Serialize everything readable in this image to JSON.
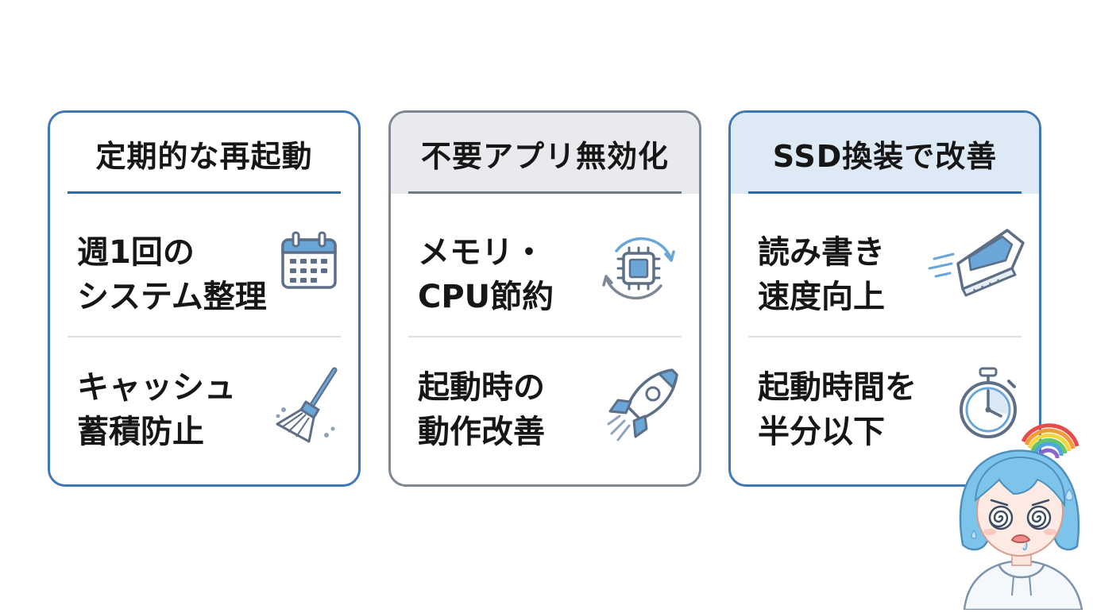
{
  "cards": [
    {
      "title": "定期的な再起動",
      "items": [
        {
          "line1": "週1回の",
          "line2": "システム整理",
          "icon": "calendar-icon"
        },
        {
          "line1": "キャッシュ",
          "line2": "蓄積防止",
          "icon": "broom-icon"
        }
      ]
    },
    {
      "title": "不要アプリ無効化",
      "items": [
        {
          "line1": "メモリ・",
          "line2": "CPU節約",
          "icon": "cpu-cycle-icon"
        },
        {
          "line1": "起動時の",
          "line2": "動作改善",
          "icon": "rocket-icon"
        }
      ]
    },
    {
      "title": "SSD換装で改善",
      "items": [
        {
          "line1": "読み書き",
          "line2": "速度向上",
          "icon": "ssd-icon"
        },
        {
          "line1": "起動時間を",
          "line2": "半分以下",
          "icon": "stopwatch-icon"
        }
      ]
    }
  ],
  "colors": {
    "accent_blue": "#3f78b4",
    "accent_gray": "#7d8894",
    "icon_blue": "#6aa6d8"
  },
  "mascot": "dizzy-girl-with-rainbow-illustration"
}
